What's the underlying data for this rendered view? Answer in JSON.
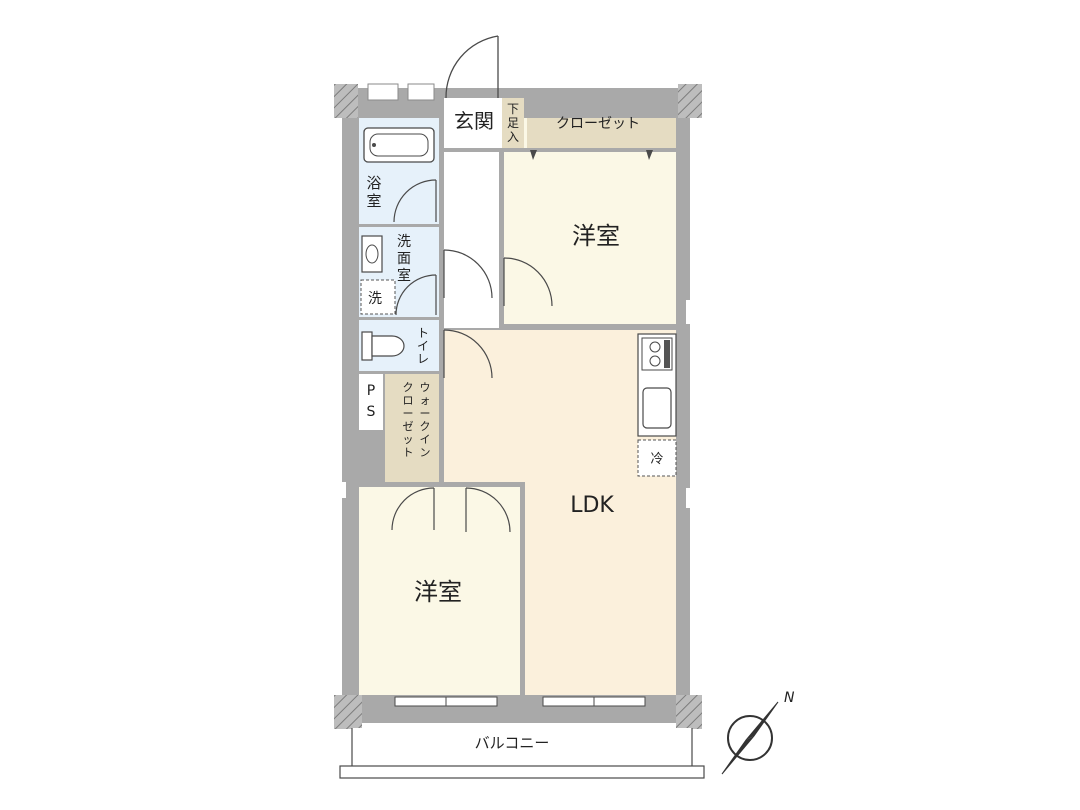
{
  "rooms": {
    "entrance": "玄関",
    "shoe_storage": [
      "下",
      "足",
      "入"
    ],
    "closet": "クローゼット",
    "western_room_1": "洋室",
    "bathroom": [
      "浴",
      "室"
    ],
    "washroom": [
      "洗",
      "面",
      "室"
    ],
    "washer": "洗",
    "toilet": [
      "ト",
      "イ",
      "レ"
    ],
    "pipe_space": [
      "P",
      "S"
    ],
    "walk_in_closet_col1": [
      "ウ",
      "ォ",
      "ー",
      "ク",
      "イ",
      "ン"
    ],
    "walk_in_closet_col2": [
      "ク",
      "ロ",
      "ー",
      "ゼ",
      "ッ",
      "ト"
    ],
    "refrigerator": "冷",
    "ldk": "LDK",
    "western_room_2": "洋室",
    "balcony": "バルコニー"
  },
  "compass": {
    "north_label": "N"
  },
  "colors": {
    "wall": "#a9a9a9",
    "western_room": "#fbf8e6",
    "ldk": "#fbf0dc",
    "wet_area": "#e6f1fa",
    "storage": "#e5dcc2",
    "corridor": "#ffffff",
    "line": "#4a4a4a"
  }
}
